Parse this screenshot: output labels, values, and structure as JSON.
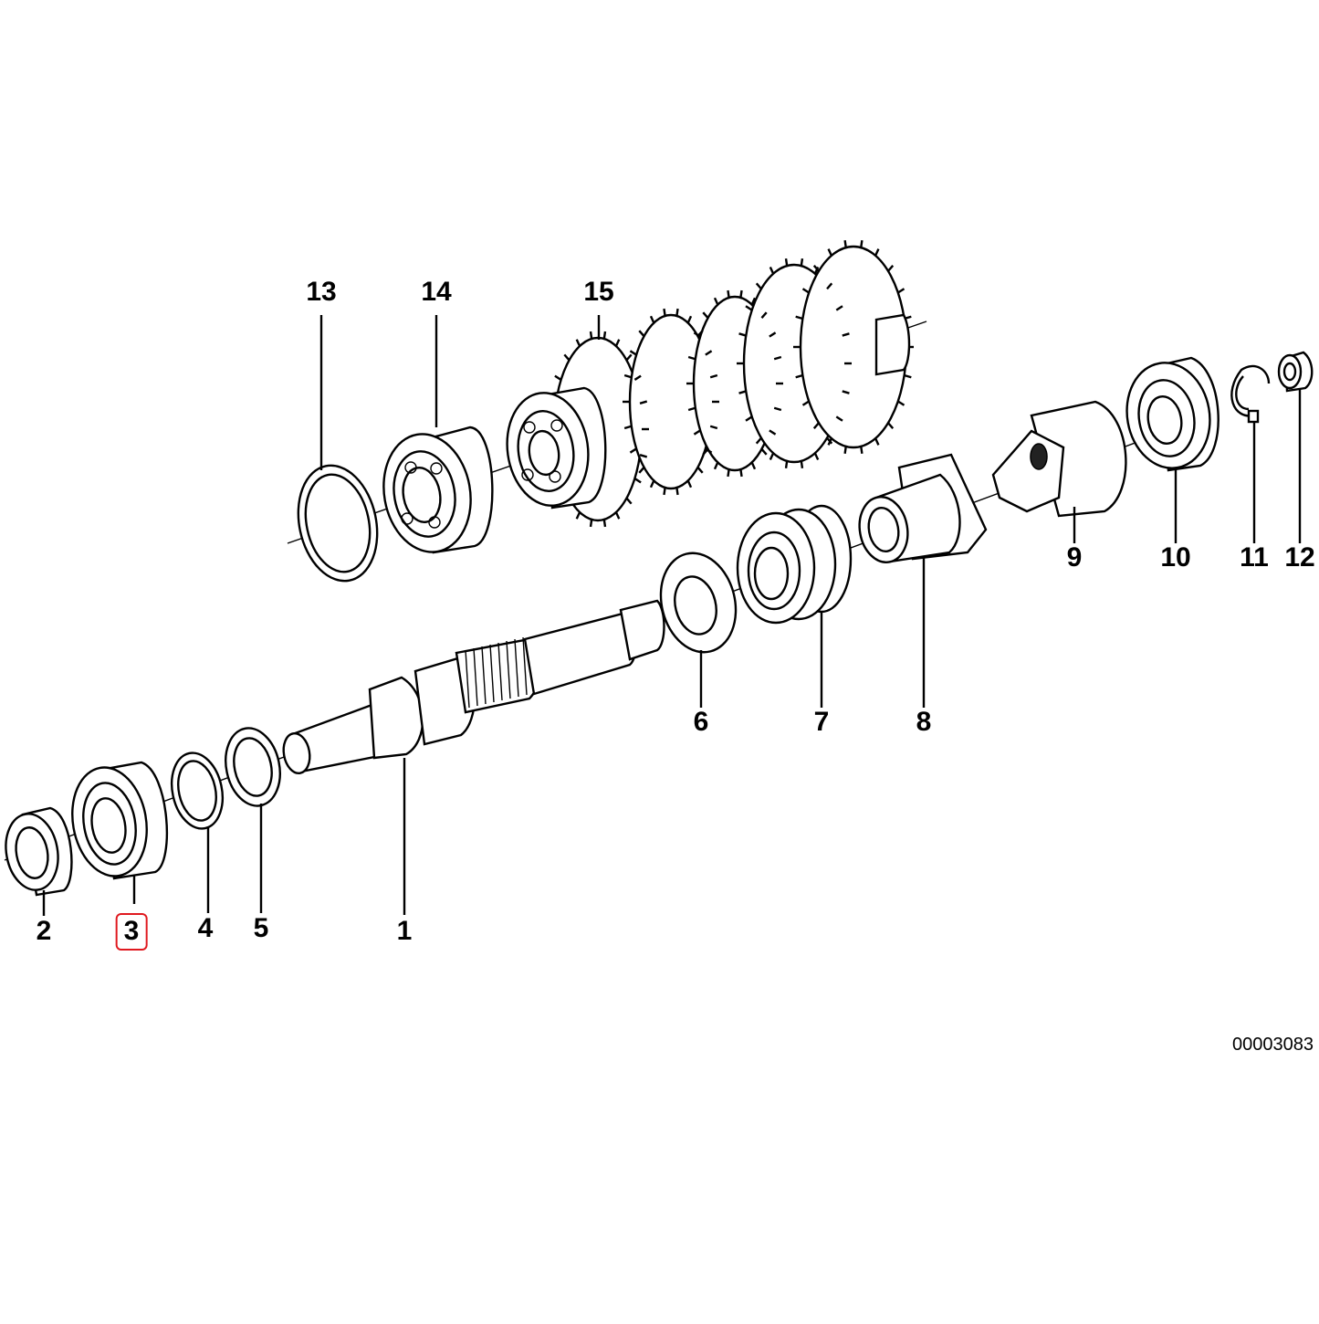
{
  "diagram": {
    "drawing_id": "00003083",
    "highlighted_part": "3",
    "labels": [
      {
        "id": "p1",
        "text": "1"
      },
      {
        "id": "p2",
        "text": "2"
      },
      {
        "id": "p3",
        "text": "3"
      },
      {
        "id": "p4",
        "text": "4"
      },
      {
        "id": "p5",
        "text": "5"
      },
      {
        "id": "p6",
        "text": "6"
      },
      {
        "id": "p7",
        "text": "7"
      },
      {
        "id": "p8",
        "text": "8"
      },
      {
        "id": "p9",
        "text": "9"
      },
      {
        "id": "p10",
        "text": "10"
      },
      {
        "id": "p11",
        "text": "11"
      },
      {
        "id": "p12",
        "text": "12"
      },
      {
        "id": "p13",
        "text": "13"
      },
      {
        "id": "p14",
        "text": "14"
      },
      {
        "id": "p15",
        "text": "15"
      }
    ],
    "highlight_color": "#e0191f"
  }
}
